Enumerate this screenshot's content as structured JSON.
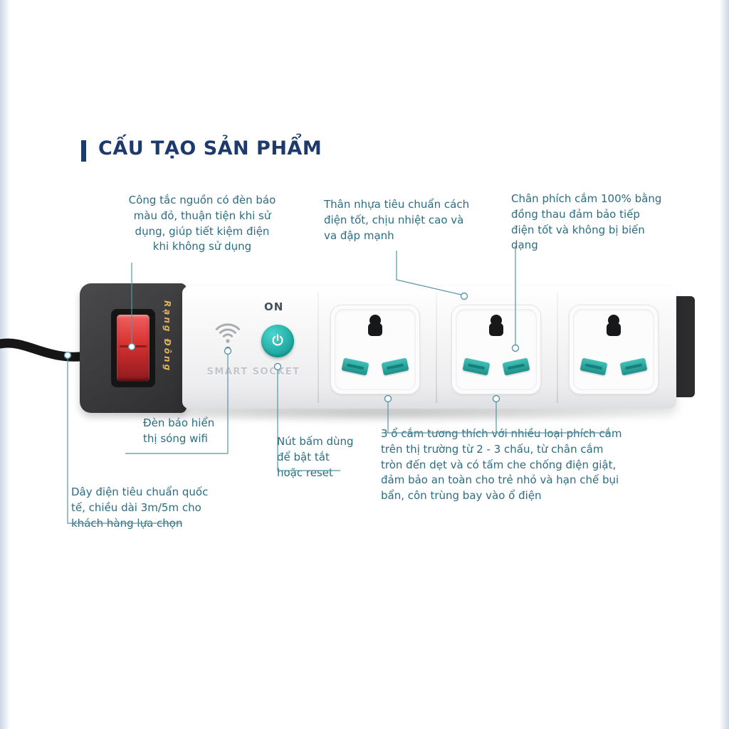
{
  "colors": {
    "title": "#1d3a6d",
    "callout_text": "#2c6d82",
    "callout_line": "#5795a8",
    "switch_red": "#d6302f",
    "button_teal": "#22b3a9",
    "slot_teal": "#2aa9a0"
  },
  "header": {
    "title": "CẤU TẠO SẢN PHẨM"
  },
  "product": {
    "brand": "Rạng Đông",
    "power_button_label": "ON",
    "smart_socket_label": "SMART SOCKET"
  },
  "callouts": {
    "power_switch": "Công tắc nguồn có đèn báo màu đỏ, thuận tiện khi sử dụng, giúp tiết kiệm điện khi không sử dụng",
    "plastic_body": "Thân nhựa tiêu chuẩn cách điện tốt, chịu nhiệt cao và va đập mạnh",
    "brass_pins": "Chân phích cắm 100% bằng đồng thau đảm bảo tiếp điện tốt và không bị biến dạng",
    "wifi_led": "Đèn báo hiển thị sóng wifi",
    "reset_button": "Nút bấm dùng để bật tắt hoặc reset",
    "sockets": "3 ổ cắm tương thích với nhiều loại phích cắm trên thị trường từ 2 - 3 chấu, từ chân cắm tròn đến dẹt và có tấm che chống điện giật, đảm bảo an toàn cho trẻ nhỏ và hạn chế bụi bẩn, côn trùng bay vào ổ điện",
    "power_cord": "Dây điện tiêu chuẩn quốc tế, chiều dài 3m/5m cho khách hàng lựa chọn"
  }
}
